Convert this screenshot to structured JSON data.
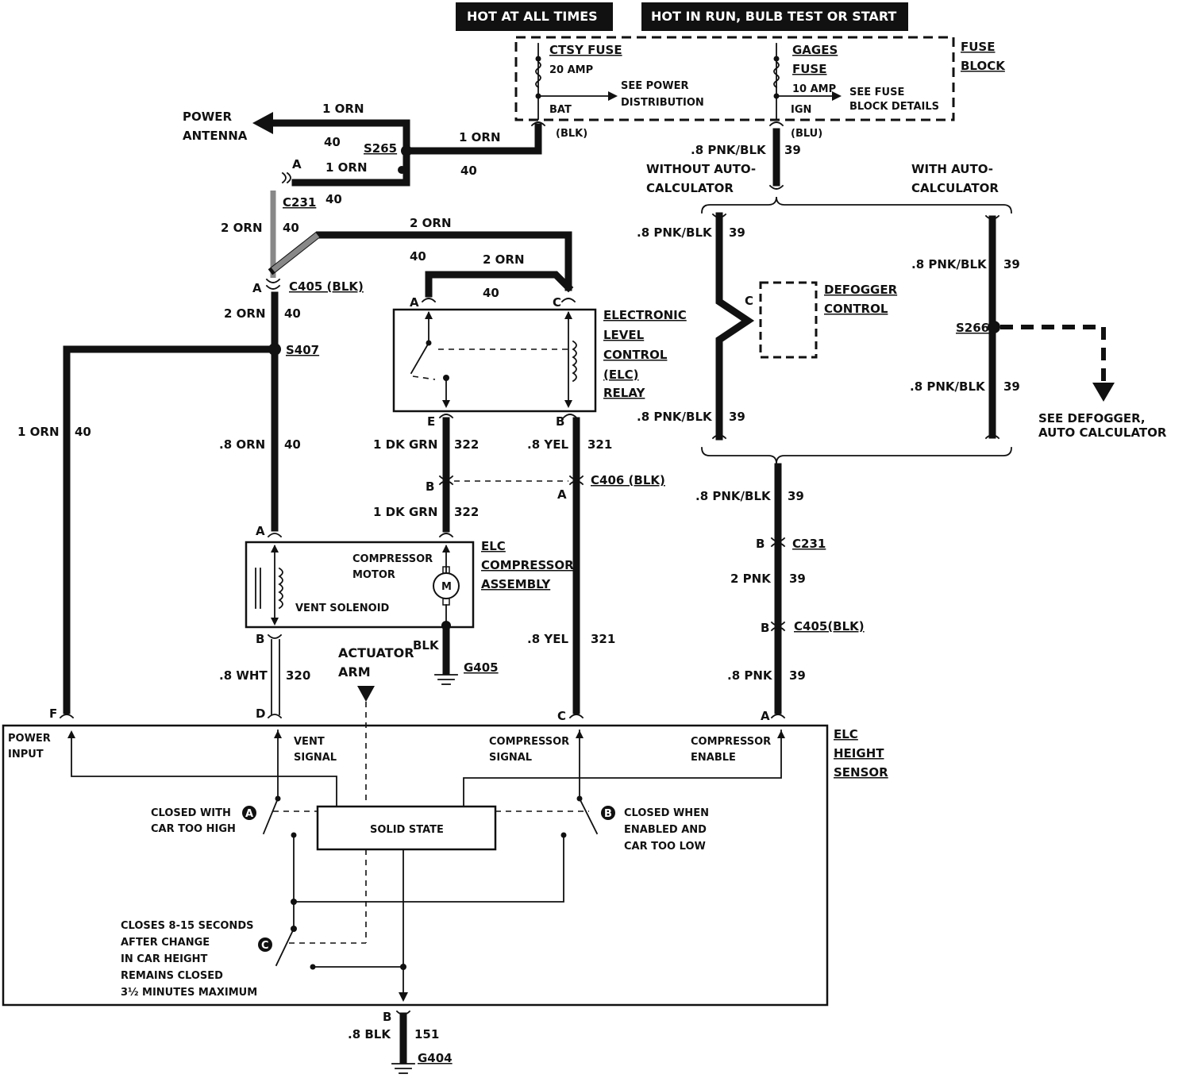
{
  "header": {
    "hot_at_all_times": "HOT AT ALL TIMES",
    "hot_in_run": "HOT IN RUN,   BULB TEST OR START"
  },
  "fuse_block": {
    "label_1": "FUSE",
    "label_2": "BLOCK",
    "ctsy_fuse": "CTSY FUSE",
    "ctsy_amp": "20 AMP",
    "see_power_1": "SEE POWER",
    "see_power_2": "DISTRIBUTION",
    "bat": "BAT",
    "blk": "(BLK)",
    "gages_1": "GAGES",
    "gages_2": "FUSE",
    "gages_amp": "10 AMP",
    "see_fuse_1": "SEE FUSE",
    "see_fuse_2": "BLOCK DETAILS",
    "ign": "IGN",
    "blu": "(BLU)"
  },
  "left": {
    "power_1": "POWER",
    "power_2": "ANTENNA",
    "orn1_top": "1 ORN",
    "n40_a": "40",
    "s265": "S265",
    "orn1_mid": "1 ORN",
    "n40_b": "40",
    "orn1_right": "1 ORN",
    "n40_c": "40",
    "pin_a_c231": "A",
    "c231": "C231",
    "orn2_a": "2 ORN",
    "n40_d": "40",
    "pin_a_c405": "A",
    "c405": "C405 (BLK)",
    "orn2_b": "2 ORN",
    "n40_e": "40",
    "s407": "S407",
    "orn1_left": "1 ORN",
    "n40_f": "40",
    "orn8": ".8 ORN",
    "n40_g": "40"
  },
  "relay": {
    "orn2_top": "2 ORN",
    "n40_top": "40",
    "orn2_inner": "2 ORN",
    "n40_inner": "40",
    "pin_a": "A",
    "pin_c": "C",
    "name_1": "ELECTRONIC",
    "name_2": "LEVEL",
    "name_3": "CONTROL",
    "name_4": "(ELC)",
    "name_5": "RELAY",
    "pin_e": "E",
    "pin_b": "B",
    "dkgrn_1": "1 DK GRN",
    "n322_1": "322",
    "yel_1": ".8 YEL",
    "n321_1": "321",
    "c406_b": "B",
    "c406_a": "A",
    "c406": "C406 (BLK)",
    "dkgrn_2": "1 DK GRN",
    "n322_2": "322"
  },
  "compressor": {
    "pin_a": "A",
    "motor_1": "COMPRESSOR",
    "motor_2": "MOTOR",
    "m": "M",
    "vent_solenoid": "VENT SOLENOID",
    "assy_1": "ELC",
    "assy_2": "COMPRESSOR",
    "assy_3": "ASSEMBLY",
    "pin_b": "B",
    "wht": ".8 WHT",
    "n320": "320",
    "blk": "BLK",
    "g405": "G405",
    "actuator_1": "ACTUATOR",
    "actuator_2": "ARM",
    "yel_2": ".8 YEL",
    "n321_2": "321"
  },
  "right": {
    "pnkblk_top": ".8 PNK/BLK",
    "n39_top": "39",
    "without_1": "WITHOUT AUTO-",
    "without_2": "CALCULATOR",
    "with_1": "WITH AUTO-",
    "with_2": "CALCULATOR",
    "pnkblk_l1": ".8 PNK/BLK",
    "n39_l1": "39",
    "pin_c": "C",
    "defog_1": "DEFOGGER",
    "defog_2": "CONTROL",
    "pnkblk_l2": ".8 PNK/BLK",
    "n39_l2": "39",
    "pnkblk_r1": ".8 PNK/BLK",
    "n39_r1": "39",
    "s266": "S266",
    "pnkblk_r2": ".8 PNK/BLK",
    "n39_r2": "39",
    "see_defog_1": "SEE DEFOGGER,",
    "see_defog_2": "AUTO CALCULATOR",
    "pnkblk_low": ".8 PNK/BLK",
    "n39_low": "39",
    "pin_b_c231": "B",
    "c231": "C231",
    "pnk2": "2 PNK",
    "n39_c": "39",
    "pin_b_c405": "B",
    "c405": "C405(BLK)",
    "pnk8": ".8 PNK",
    "n39_d": "39"
  },
  "sensor": {
    "pin_f": "F",
    "pin_d": "D",
    "pin_c": "C",
    "pin_a": "A",
    "power_1": "POWER",
    "power_2": "INPUT",
    "vent_1": "VENT",
    "vent_2": "SIGNAL",
    "comp_sig_1": "COMPRESSOR",
    "comp_sig_2": "SIGNAL",
    "comp_en_1": "COMPRESSOR",
    "comp_en_2": "ENABLE",
    "name_1": "ELC",
    "name_2": "HEIGHT",
    "name_3": "SENSOR",
    "sw_a": "A",
    "closed_high_1": "CLOSED WITH",
    "closed_high_2": "CAR TOO HIGH",
    "solid_state": "SOLID STATE",
    "sw_b": "B",
    "closed_low_1": "CLOSED WHEN",
    "closed_low_2": "ENABLED AND",
    "closed_low_3": "CAR TOO LOW",
    "sw_c": "C",
    "closes_1": "CLOSES 8-15 SECONDS",
    "closes_2": "AFTER CHANGE",
    "closes_3": "IN CAR HEIGHT",
    "closes_4": "REMAINS CLOSED",
    "closes_5": "3½ MINUTES MAXIMUM",
    "pin_b": "B",
    "blk8": ".8 BLK",
    "n151": "151",
    "g404": "G404"
  }
}
